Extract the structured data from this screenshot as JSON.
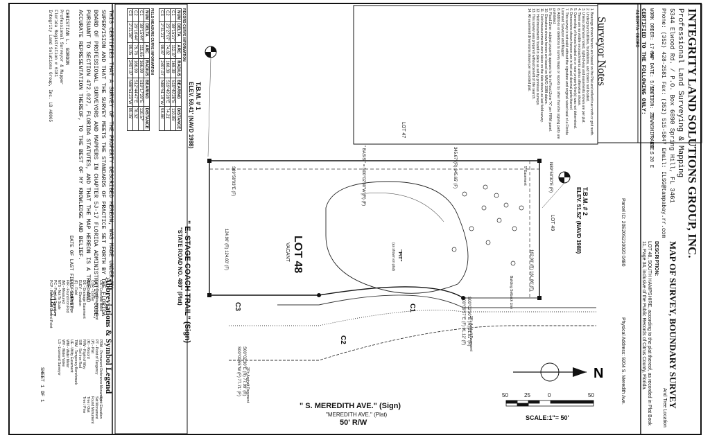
{
  "company": {
    "name": "INTEGRITY LAND SOLUTIONS GROUP, INC.",
    "subtitle": "Professional Land Surveying & Mapping",
    "address": "5344 Elwood Rd. / P.O. Box 6890 Spring Hill, FL 3461",
    "phone": "Phone: (352) 428-2581  Fax: (352) 515-5847  Email: ILSG@tampabay.rr.com",
    "work_order": "WORK ORDER: 17-96",
    "map_date": "MAP DATE: 5/19/17",
    "section": "SECTION: 21",
    "township": "TOWNSHIP: 20 S",
    "range": "RANGE: 20 E"
  },
  "certified": {
    "heading": "CERTIFIED TO THE FOLLOWING ONLY:",
    "names": [
      "ALBERTA OKORO"
    ]
  },
  "surveyor_notes": {
    "heading": "Surveyor Notes",
    "notes": [
      "1. Bearings shown hereon are based on the Plat and reflect true north or grid north.",
      "2. Underground utilities, foundations, and footers not located.",
      "3. Unless otherwise noted, right-of-way and easements shown are per plat.",
      "4. There are no visible encroachments unless otherwise shown.",
      "5. Ownership of fences located on or near property line(s) was not determined.",
      "6. Dimensions shown hereon are in feet and decimal parts thereof.",
      "7. This survey is not valid without the signature and original raised seal of a Florida Licensed Surveyor and Mapper.",
      "8. Additions or deletions to survey maps or reports by other than the signing party are prohibited.",
      "9. Flood Zone: subject property appears to lie in Flood Zone \"X\" per FIRM panel.",
      "10. Elevations shown hereon are based on NAVD 1988 datum.",
      "11. Field measurements were taken on the date shown as last field survey.",
      "12. Held monuments found in place as set by previous surveys.",
      "13. This survey was prepared without benefit of title search.",
      "14. All easement dimensions shown per recorded plat."
    ]
  },
  "title_block": {
    "title": "MAP OF SURVEY, BOUNDARY SURVEY",
    "subtitle": "And Tree Location",
    "parcel_id": "Parcel ID: 20E20S210020 0480",
    "physical_address": "Physical Address: 9204 S. Meredith Ave.",
    "description_heading": "DESCRIPTION:",
    "description": "LOT 48, SOUTH HAMPSHIRE, according to the plat thereof, as recorded in Plat Book 11, Page 34, inclusive of the Public Records of Citrus County, Florida."
  },
  "tbm1": {
    "label": "T.B.M. # 1",
    "elev": "ELEV. 59.41' (NAVD 1988)"
  },
  "tbm2": {
    "label": "T.B.M. # 2",
    "elev": "ELEV. 51.52' (NAVD 1988)"
  },
  "plat": {
    "lot": "LOT 48",
    "vacant": "VACANT",
    "lot47": "LOT 47",
    "lot49": "LOT 49",
    "basis": "\" BASIS \" = N00°02'30\"W (R) (F)",
    "north_dist": "345.67' (R)   345.65' (F)",
    "south_bearing_r": "S00°02'30\"E (R)  77.99' (R)",
    "south_bearing_f": "S00°00'55\"W (F)  77.71' (F)",
    "east_bearing_r": "S00°02'30\"E (R)  91.01' (R)",
    "east_bearing_f": "S00°09'57\"E (F)  91.12' (F)",
    "ne_bearing": "N89°50'30\"E (R)",
    "ne_dist": "162.00' (R)  161.86' (F)",
    "west_bearing": "S89°58'03\"E (F)",
    "west_dist": "124.90' (R)  124.60' (F)",
    "pit_label": "\"PIT\"",
    "pit_note": "(as shown on plat)",
    "setback": "Building Setback Line",
    "pavement": "20'± Asphalt Pavement",
    "easement": "5' Easement",
    "c1": "C1",
    "c2": "C2",
    "c3": "C3",
    "road_east": "\" E. STAGE COACH TRAIL\" (Sign)",
    "road_east_plat": "\"STATE ROAD NO. 480\" (Plat)",
    "road_south": "\" S. MEREDITH AVE.\" (Sign)",
    "road_south_plat": "\"MEREDITH AVE.\" (Plat)",
    "rw": "50' R/W",
    "scale_label": "SCALE:1\"= 50'",
    "scale_ticks": [
      "50",
      "25",
      "0",
      "50"
    ]
  },
  "record_curve": {
    "heading": "RECORD CURVE INFORMATION",
    "cols": [
      "NUM",
      "DELTA",
      "ARC",
      "RADIUS",
      "BEARING",
      "DISTANCE"
    ],
    "rows": [
      [
        "C1",
        "38°15'27\"",
        "112.37",
        "168.39",
        "S19°49'28\"E",
        "110.85'"
      ],
      [
        "C2",
        "25°27'07\"",
        "74.82",
        "168.39",
        "S19°49'28\"E",
        "74.21'"
      ],
      [
        "C3",
        "2°31'21\"",
        "98.87",
        "2407.07",
        "N88°51'19\"W",
        "98.86'"
      ]
    ]
  },
  "field_curve": {
    "heading": "FIELD MEASURE CURVE INFORMATION",
    "cols": [
      "NUM",
      "DELTA",
      "ARC",
      "RADIUS",
      "BEARING",
      "DISTANCE"
    ],
    "rows": [
      [
        "C1",
        "38°15'44\"",
        "111.65",
        "166.99",
        "S19°17'29\"E",
        "110.57'"
      ],
      [
        "C2",
        "26°16'44\"",
        "79.76",
        "166.99",
        "S12°44'47\"E",
        "78.32'"
      ],
      [
        "C3",
        "2°21'28\"",
        "99.05",
        "2407.07",
        "N88°51'23\"W",
        "99.05'"
      ]
    ]
  },
  "certification": {
    "text": "THIS CERTIFIES THAT A SURVEY OF THE PROPERTY DESCRIBED HEREON, WAS MADE UNDER MY SUPERVISION AND THAT THE SURVEY MEETS THE STANDARDS OF PRACTICE SET FORTH BY THE FLORIDA BOARD OF PROFESSIONAL SURVEYORS AND MAPPERS IN CHAPTER 5J-17 FLORIDA ADMINISTRATIVE CODE, PURSUANT TO SECTION 472.027, FLORIDA STATUTES, AND THAT THE MAP HEREON IS A TRUE AND ACCURATE REPRESENTATION THEREOF, TO THE BEST OF MY KNOWLEDGE AND BELIEF.",
    "date_label": "DATE OF LAST FIELD SURVEY:",
    "date": "5/18/17",
    "surveyor": "CHRISTIAN L. GORDON",
    "license": "Professional Surveyor & Mapper",
    "registration": "Florida Registration # 6181",
    "firm": "Integrity Land Solutions Group, Inc. LB #8065",
    "sheet": "SHEET 1 OF 1"
  },
  "abbreviations": {
    "heading": "Abbreviations & Symbol Legend",
    "col1": [
      "CB - Concrete Block",
      "CM - Concrete Monument",
      "COR - Corner",
      "(D) - Deed",
      "DE - Drainage Easement",
      "ELEV - Elevation",
      "(F) - Field",
      "FIP - Found Iron Pipe",
      "FIR - Found Iron Rod",
      "(M) - Measured",
      "NTS - Not To Scale",
      "PC - Point of Curvature",
      "PCP - Permanent Control Point"
    ],
    "col2": [
      "PRM - Permanent Reference Monument",
      "PT - Point of Tangency",
      "(P) - Plat",
      "(R) - Record",
      "R/W - Right of Way",
      "SIR - Set Iron Rod",
      "TBM - Temporary Benchmark",
      "UE - Utility Easement",
      "WM - Water Meter",
      "WV - Water Valve",
      "LS - Licensed Surveyor"
    ],
    "col3": [
      "Spot Elevation",
      "Set Monument",
      "Found Monument",
      "Tree / Oak",
      "Tree / Pine"
    ]
  }
}
